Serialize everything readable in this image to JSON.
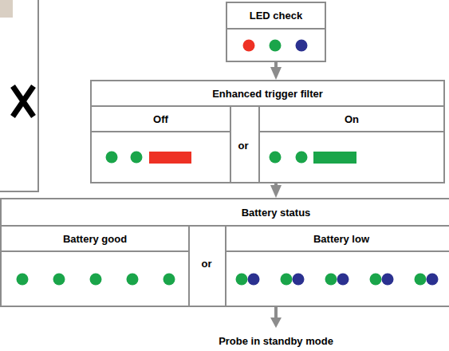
{
  "diagram": {
    "nodes": [
      {
        "text": [
          "LED check"
        ]
      },
      {
        "text": [
          "Enhanced trigger filter"
        ]
      },
      {
        "text": [
          "Off"
        ],
        "in": 1
      },
      {
        "text": [
          "On"
        ],
        "in": 1
      },
      {
        "text": [
          "Battery status"
        ]
      },
      {
        "text": [
          "Battery good"
        ],
        "in": 4
      },
      {
        "text": [
          "Battery low"
        ],
        "in": 4
      }
    ],
    "edges": [
      {
        "from": 0,
        "to": 1,
        "arrow": "to"
      },
      {
        "from": 1,
        "to": 4,
        "arrow": "to"
      }
    ],
    "labels": [
      "or",
      "or",
      "Probe in standby mode"
    ]
  }
}
